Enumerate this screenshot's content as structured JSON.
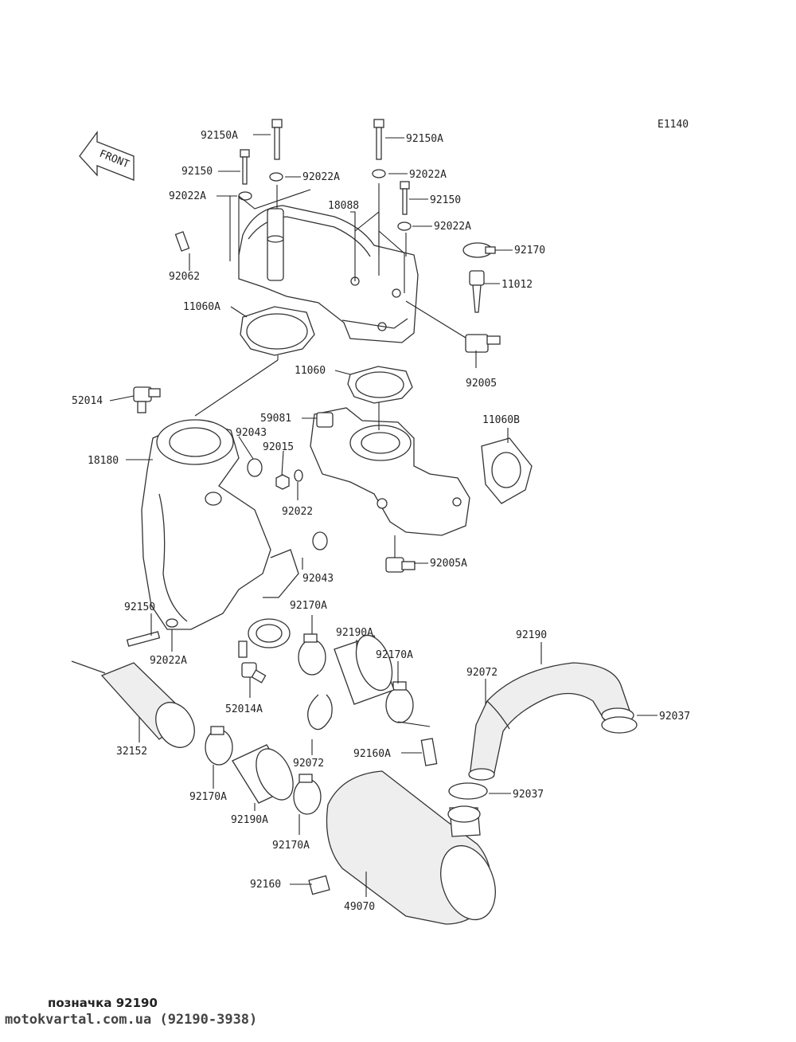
{
  "diagram_code": "E1140",
  "front_label": "FRONT",
  "labels": {
    "l_92150A_1": "92150A",
    "l_92150A_2": "92150A",
    "l_92150_1": "92150",
    "l_92022A_1": "92022A",
    "l_92022A_2": "92022A",
    "l_92022A_3": "92022A",
    "l_92150_2": "92150",
    "l_18088": "18088",
    "l_92022A_4": "92022A",
    "l_92170": "92170",
    "l_92062": "92062",
    "l_11012": "11012",
    "l_11060A": "11060A",
    "l_11060": "11060",
    "l_92005": "92005",
    "l_52014": "52014",
    "l_59081": "59081",
    "l_11060B": "11060B",
    "l_92043_1": "92043",
    "l_92015": "92015",
    "l_18180": "18180",
    "l_92022": "92022",
    "l_92005A": "92005A",
    "l_92043_2": "92043",
    "l_92170A_1": "92170A",
    "l_92150_3": "92150",
    "l_92190A_1": "92190A",
    "l_92170A_2": "92170A",
    "l_92190": "92190",
    "l_92022A_5": "92022A",
    "l_92072_1": "92072",
    "l_52014A": "52014A",
    "l_92037_1": "92037",
    "l_32152": "32152",
    "l_92072_2": "92072",
    "l_92160A": "92160A",
    "l_92037_2": "92037",
    "l_92170A_3": "92170A",
    "l_92190A_2": "92190A",
    "l_92170A_4": "92170A",
    "l_92160": "92160",
    "l_49070": "49070"
  },
  "footer": {
    "caption": "позначка 92190",
    "site": "motokvartal.com.ua (92190-3938)"
  }
}
